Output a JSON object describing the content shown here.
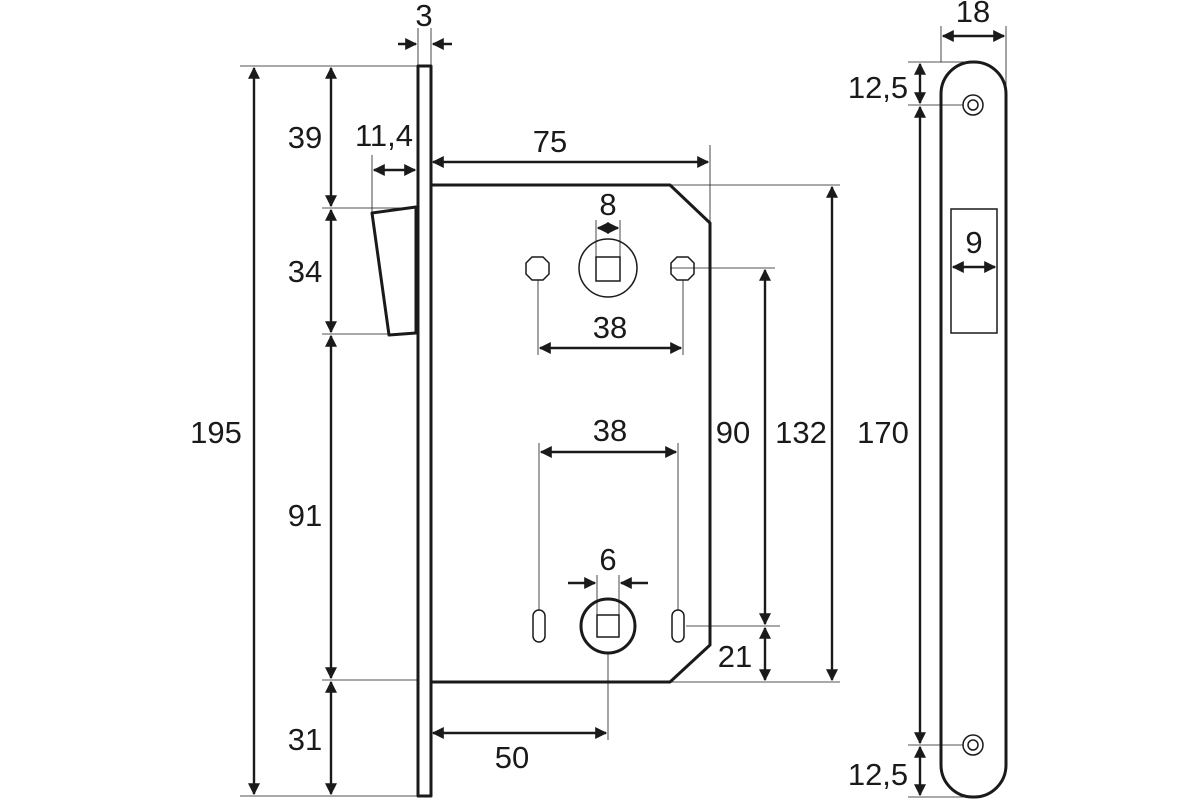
{
  "dimensions": {
    "faceplate_thickness": "3",
    "latch_projection": "11,4",
    "backset": "75",
    "spindle_square": "8",
    "handle_holes_spacing": "38",
    "cylinder_holes_spacing": "38",
    "cylinder_square": "6",
    "top_to_latch": "39",
    "latch_height": "34",
    "latch_to_cylinder": "91",
    "cylinder_to_bottom": "31",
    "total_height": "195",
    "handle_to_cylinder_center": "90",
    "case_height": "132",
    "cylinder_to_case_bottom": "21",
    "cylinder_backset": "50",
    "strike_total_height": "170",
    "strike_width": "18",
    "strike_hole_top_offset": "12,5",
    "strike_hole_bottom_offset": "12,5",
    "strike_opening_width": "9"
  }
}
